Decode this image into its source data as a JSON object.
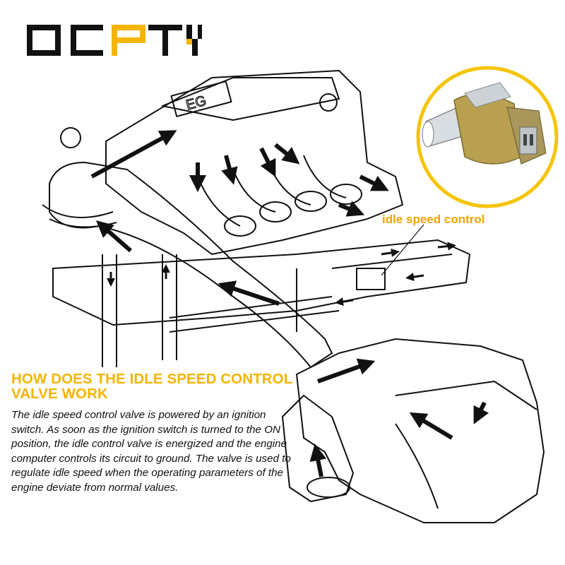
{
  "brand": {
    "logo_text": "OCPTY",
    "accent_color": "#f5b400",
    "dark_color": "#111111"
  },
  "callout": {
    "label": "idle speed control",
    "color": "#f0a500"
  },
  "article": {
    "heading": "HOW DOES THE IDLE SPEED CONTROL VALVE WORK",
    "body": "The idle speed control valve is powered by an ignition switch. As soon as the ignition switch is turned to the ON position, the idle control valve is energized and the engine computer controls its circuit to ground. The valve is used to regulate idle speed when the operating parameters of the engine deviate from normal values."
  },
  "diagram": {
    "engine_label": "EG"
  }
}
